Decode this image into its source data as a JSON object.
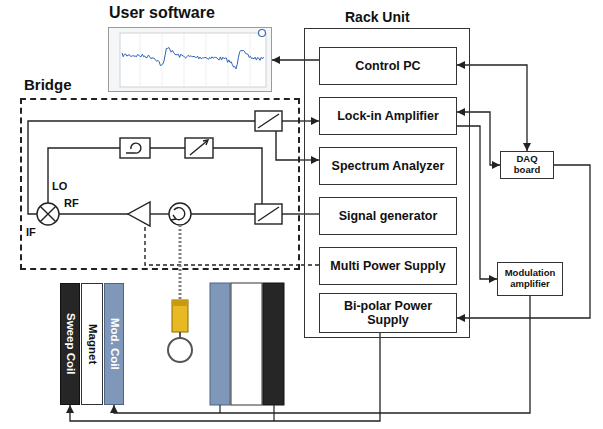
{
  "diagram": {
    "nodes": [
      {
        "text": [
          "User software"
        ]
      },
      {
        "text": [
          "Rack Unit"
        ]
      },
      {
        "text": [
          "Control PC"
        ],
        "in": 1
      },
      {
        "text": [
          "Lock-in Amplifier"
        ],
        "in": 1
      },
      {
        "text": [
          "Spectrum Analyzer"
        ],
        "in": 1
      },
      {
        "text": [
          "Signal generator"
        ],
        "in": 1
      },
      {
        "text": [
          "Multi Power Supply"
        ],
        "in": 1
      },
      {
        "text": [
          "Bi-polar Power Supply"
        ],
        "in": 1
      },
      {
        "text": [
          "DAQ board"
        ]
      },
      {
        "text": [
          "Bridge"
        ]
      },
      {
        "text": [
          "Modulation amplifier"
        ]
      },
      {
        "text": [
          "Sweep Coil"
        ]
      },
      {
        "text": [
          "Magnet"
        ]
      },
      {
        "text": [
          "Mod. Coil"
        ]
      }
    ],
    "edges": [
      {
        "from": 2,
        "to": 0,
        "arrow": "to"
      },
      {
        "from": 8,
        "to": 2,
        "arrow": "both"
      },
      {
        "from": 3,
        "to": 8,
        "arrow": "both"
      },
      {
        "from": 3,
        "to": 10,
        "arrow": "to"
      },
      {
        "from": 9,
        "to": 3,
        "arrow": "to"
      },
      {
        "from": 9,
        "to": 4,
        "arrow": "to"
      },
      {
        "from": 5,
        "to": 9,
        "arrow": "none"
      },
      {
        "from": 6,
        "to": 9,
        "arrow": "none"
      },
      {
        "from": 8,
        "to": 7,
        "arrow": "to"
      },
      {
        "from": 7,
        "to": 11,
        "arrow": "to"
      },
      {
        "from": 10,
        "to": 13,
        "arrow": "to"
      }
    ],
    "labels": [
      "LO",
      "RF",
      "IF"
    ]
  }
}
